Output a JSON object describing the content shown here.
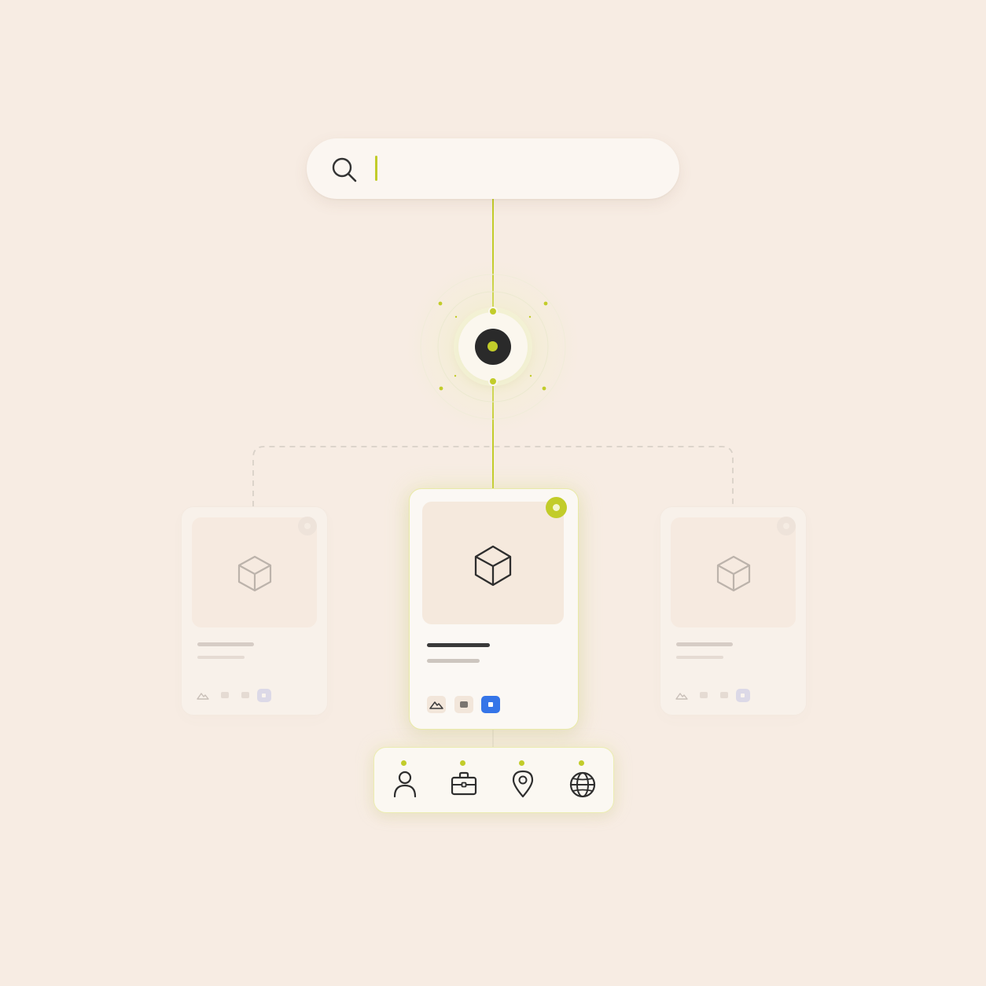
{
  "search": {
    "value": "",
    "placeholder": ""
  },
  "icons": {
    "search": "search-icon",
    "hub": "target-node-icon",
    "card_thumbnail": "cube-icon",
    "card_chips": [
      "image-icon",
      "square-icon",
      "square-icon",
      "blue-square-icon"
    ],
    "bottom_bar": [
      "person-icon",
      "briefcase-icon",
      "location-pin-icon",
      "globe-icon"
    ]
  },
  "cards": [
    {
      "id": "left",
      "state": "faded"
    },
    {
      "id": "center",
      "state": "selected"
    },
    {
      "id": "right",
      "state": "faded"
    }
  ],
  "colors": {
    "background": "#f7ece3",
    "accent": "#c2cc2a",
    "hub_core": "#2a2a2a",
    "chip_blue": "#3575e8",
    "surface": "#fbf8f4"
  }
}
